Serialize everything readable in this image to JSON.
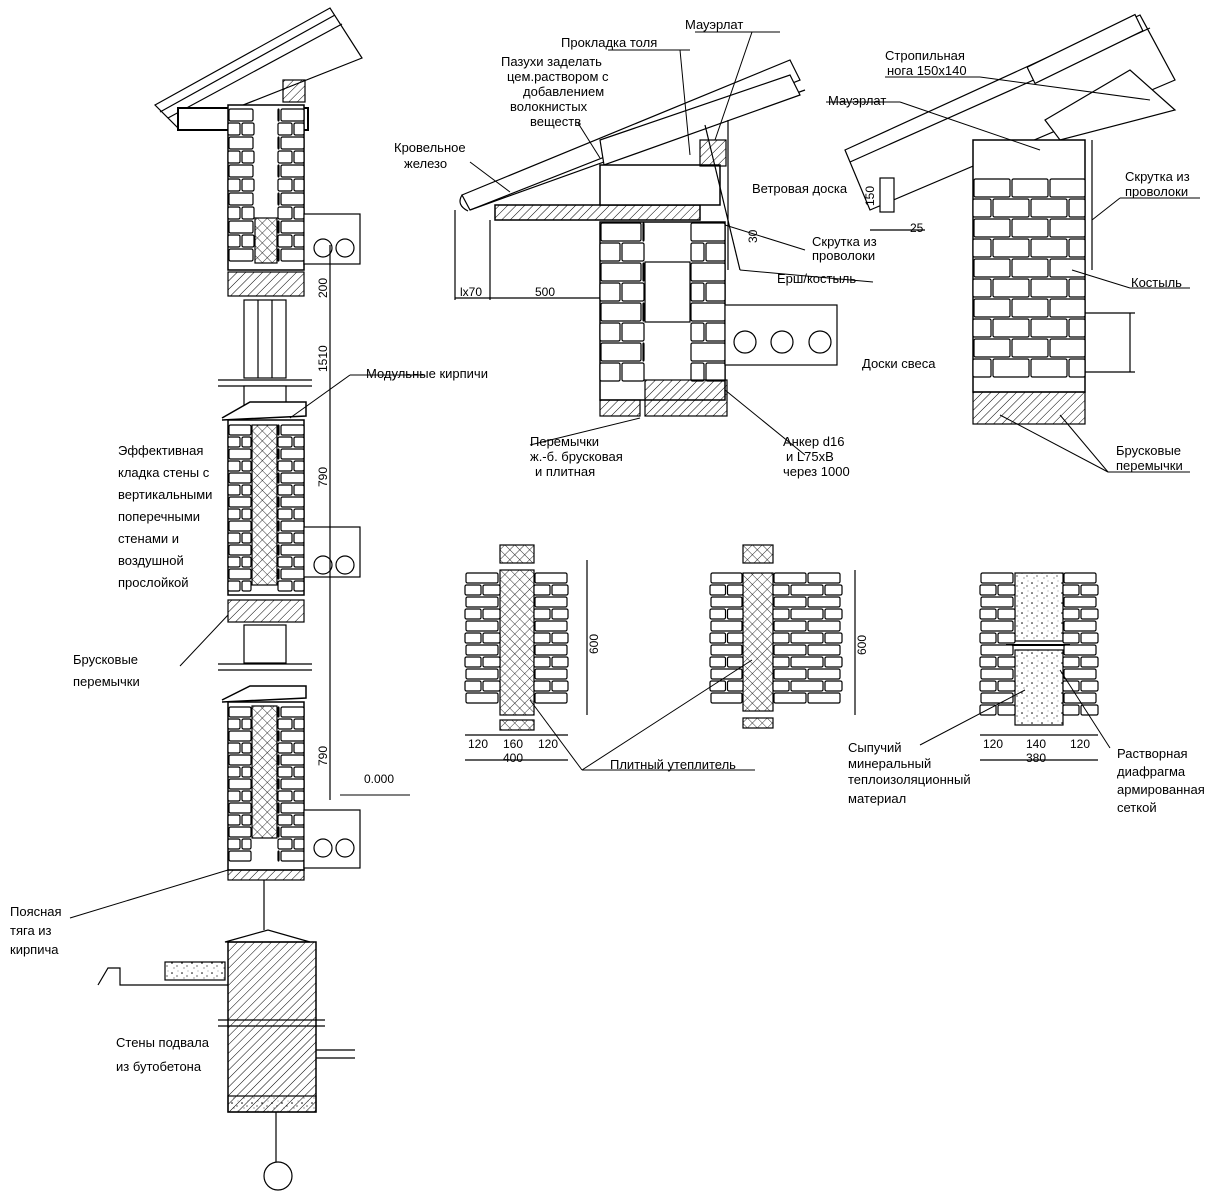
{
  "labels": {
    "modular_bricks": "Модульные кирпичи",
    "effective_masonry": [
      "Эффективная",
      "кладка стены с",
      "вертикальными",
      "поперечными",
      "стенами и",
      "воздушной",
      "прослойкой"
    ],
    "bar_lintels_left": [
      "Брусковые",
      "перемычки"
    ],
    "belt_course": [
      "Поясная",
      "тяга из",
      "кирпича"
    ],
    "basement_walls": [
      "Стены подвала",
      "из бутобетона"
    ],
    "mauerlat_1": "Мауэрлат",
    "tar_paper_pad": "Прокладка толя",
    "fill_voids": [
      "Пазухи заделать",
      "цем.раствором с",
      "добавлением",
      "волокнистых",
      "веществ"
    ],
    "roof_iron": [
      "Кровельное",
      "железо"
    ],
    "rafter": [
      "Стропильная",
      "нога 150х140"
    ],
    "mauerlat_2": "Мауэрлат",
    "wind_board": "Ветровая доска",
    "wire_twist_1": [
      "Скрутка из",
      "проволоки"
    ],
    "wire_twist_2": [
      "Скрутка из",
      "проволоки"
    ],
    "ruff_crutch": "Ерш/костыль",
    "crutch": "Костыль",
    "eaves_boards": "Доски свеса",
    "lintels_mid": [
      "Перемычки",
      "ж.-б. брусковая",
      "и плитная"
    ],
    "anchor": [
      "Анкер d16",
      "и L75хВ",
      "через 1000"
    ],
    "bar_lintels_right": [
      "Брусковые",
      "перемычки"
    ],
    "slab_insulation": "Плитный утеплитель",
    "loose_mineral": [
      "Сыпучий",
      "минеральный",
      "теплоизоляционный",
      "материал"
    ],
    "mortar_diaphragm": [
      "Растворная",
      "диафрагма",
      "армированная",
      "сеткой"
    ]
  },
  "dimensions": {
    "d200": "200",
    "d1510": "1510",
    "d790a": "790",
    "d790b": "790",
    "level": "0.000",
    "lx70": "lх70",
    "d500": "500",
    "d30": "30",
    "d150": "150",
    "d25": "25",
    "s1_600": "600",
    "s1_parts": [
      "120",
      "160",
      "120"
    ],
    "s1_total": "400",
    "s2_600": "600",
    "s3_parts": [
      "120",
      "140",
      "120"
    ],
    "s3_total": "380"
  }
}
